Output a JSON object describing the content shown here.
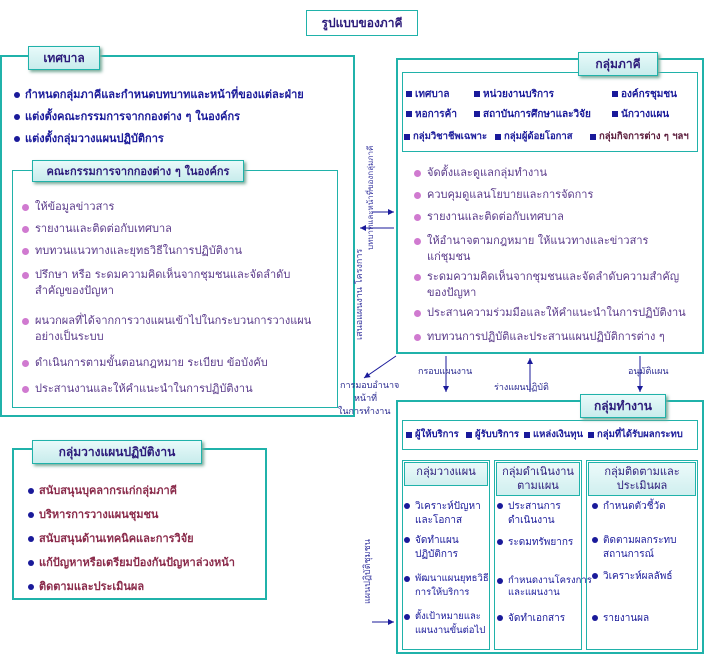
{
  "title": "รูปแบบของภาคี",
  "municipality": {
    "header": "เทศบาล",
    "items": [
      "กำหนดกลุ่มภาคีและกำหนดบทบาทและหน้าที่ของแต่ละฝ่าย",
      "แต่งตั้งคณะกรรมการจากกองต่าง ๆ ในองค์กร",
      "แต่งตั้งกลุ่มวางแผนปฏิบัติการ"
    ]
  },
  "committee": {
    "header": "คณะกรรมการจากกองต่าง ๆ ในองค์กร",
    "items": [
      "ให้ข้อมูลข่าวสาร",
      "รายงานและติดต่อกับเทศบาล",
      "ทบทวนแนวทางและยุทธวิธีในการปฏิบัติงาน",
      "ปรึกษา หรือ ระดมความคิดเห็นจากชุมชนและจัดลำดับ",
      "สำคัญของปัญหา",
      "ผนวกผลที่ได้จากการวางแผนเข้าไปในกระบวนการวางแผน",
      "อย่างเป็นระบบ",
      "ดำเนินการตามขั้นตอนกฎหมาย ระเบียบ ข้อบังคับ",
      "ประสานงานและให้คำแนะนำในการปฏิบัติงาน"
    ]
  },
  "planning_group": {
    "header": "กลุ่มวางแผนปฏิบัติงาน",
    "items": [
      "สนับสนุนบุคลากรแก่กลุ่มภาคี",
      "บริหารการวางแผนชุมชน",
      "สนับสนุนด้านเทคนิคและการวิจัย",
      "แก้ปัญหาหรือเตรียมป้องกันปัญหาล่วงหน้า",
      "ติดตามและประเมินผล"
    ]
  },
  "partners": {
    "header": "กลุ่มภาคี",
    "members": [
      "เทศบาล",
      "หน่วยงานบริการ",
      "องค์กรชุมชน",
      "หอการค้า",
      "สถาบันการศึกษาและวิจัย",
      "นักวางแผน",
      "กลุ่มวิชาชีพเฉพาะ",
      "กลุ่มผู้ด้อยโอกาส",
      "กลุ่มกิจการต่าง ๆ ฯลฯ"
    ],
    "items": [
      "จัดตั้งและดูแลกลุ่มทำงาน",
      "ควบคุมดูแลนโยบายและการจัดการ",
      "รายงานและติดต่อกับเทศบาล",
      "ให้อำนาจตามกฎหมาย ให้แนวทางและข่าวสาร",
      "แก่ชุมชน",
      "ระดมความคิดเห็นจากชุมชนและจัดลำดับความสำคัญ",
      "ของปัญหา",
      "ประสานความร่วมมือและให้คำแนะนำในการปฏิบัติงาน",
      "ทบทวนการปฏิบัติและประสานแผนปฏิบัติการต่าง ๆ"
    ]
  },
  "workgroup": {
    "header": "กลุ่มทำงาน",
    "members": [
      "ผู้ให้บริการ",
      "ผู้รับบริการ",
      "แหล่งเงินทุน",
      "กลุ่มที่ได้รับผลกระทบ"
    ],
    "columns": [
      {
        "title": "กลุ่มวางแผน",
        "items": [
          "วิเคราะห์ปัญหา",
          "และโอกาส",
          "จัดทำแผน",
          "ปฏิบัติการ",
          "พัฒนาแผนยุทธวิธี",
          "การให้บริการ",
          "ตั้งเป้าหมายและ",
          "แผนงานขั้นต่อไป"
        ]
      },
      {
        "title": "กลุ่มดำเนินงานตามแผน",
        "items": [
          "ประสานการ",
          "ดำเนินงาน",
          "ระดมทรัพยากร",
          "กำหนดงานโครงการ",
          "และแผนงาน",
          "จัดทำเอกสาร"
        ]
      },
      {
        "title": "กลุ่มติดตามและประเมินผล",
        "items": [
          "กำหนดตัวชี้วัด",
          "ติดตามผลกระทบ",
          "สถานการณ์",
          "วิเคราะห์ผลลัพธ์",
          "รายงานผล"
        ]
      }
    ]
  },
  "connectors": {
    "vertical_left": "เสนอแผนงาน โครงการ",
    "vertical_right": "บทบาทและหน้าที่ของกลุ่มภาคี",
    "authority": [
      "การมอบอำนาจ",
      "หน้าที่",
      "ในการทำงาน"
    ],
    "framework": "กรอบแผนงาน",
    "draft_plan": "ร่างแผนปฏิบัติ",
    "approve_plan": "อนุมัติแผน",
    "vertical_bottom": "แผนปฏิบัติชุมชน"
  }
}
